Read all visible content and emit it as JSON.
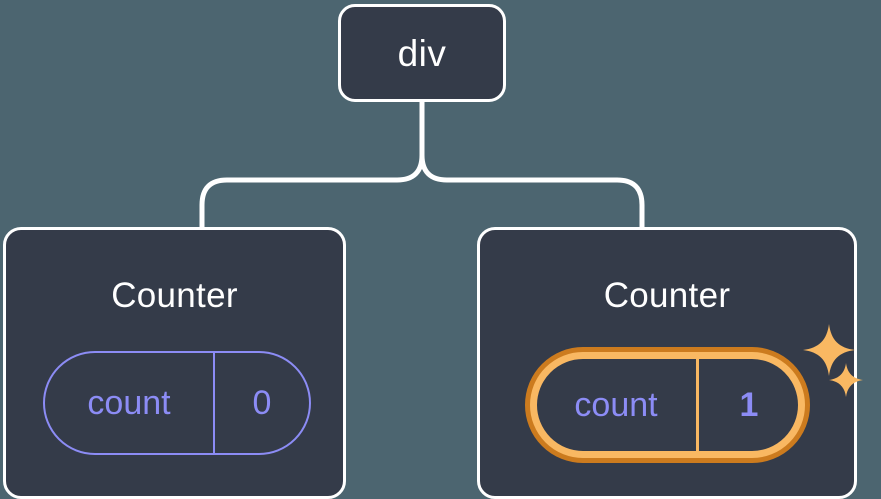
{
  "diagram": {
    "type": "component-tree",
    "background_color": "#4c6570",
    "node_fill_color": "#343b49",
    "node_border_color": "#ffffff",
    "accent_purple": "#8c8cf5",
    "highlight_outer_color": "#cc7b1e",
    "highlight_inner_color": "#f9b862",
    "connector_color": "#ffffff",
    "root": {
      "label": "div"
    },
    "children": [
      {
        "title": "Counter",
        "state": {
          "key": "count",
          "value": "0"
        },
        "highlighted": false,
        "sparkles": 0
      },
      {
        "title": "Counter",
        "state": {
          "key": "count",
          "value": "1"
        },
        "highlighted": true,
        "sparkles": 2
      }
    ],
    "icons": {
      "sparkle_large": "sparkle-icon",
      "sparkle_small": "sparkle-icon"
    }
  }
}
